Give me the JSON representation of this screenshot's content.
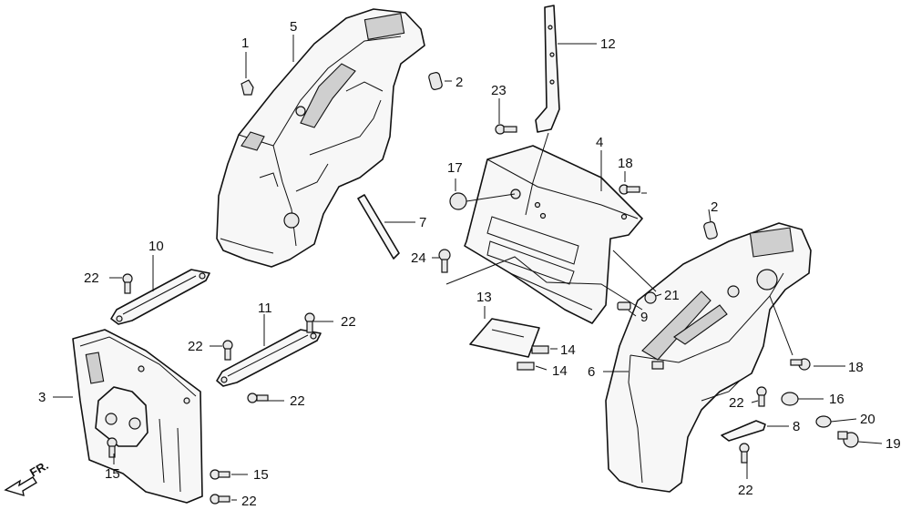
{
  "diagram": {
    "callouts": {
      "c1": "1",
      "c2a": "2",
      "c2b": "2",
      "c3": "3",
      "c4": "4",
      "c5": "5",
      "c6": "6",
      "c7": "7",
      "c8": "8",
      "c9": "9",
      "c10": "10",
      "c11": "11",
      "c12": "12",
      "c13": "13",
      "c14a": "14",
      "c14b": "14",
      "c15a": "15",
      "c15b": "15",
      "c16": "16",
      "c17": "17",
      "c18a": "18",
      "c18b": "18",
      "c19": "19",
      "c20": "20",
      "c21": "21",
      "c22a": "22",
      "c22b": "22",
      "c22c": "22",
      "c22d": "22",
      "c22e": "22",
      "c22f": "22",
      "c22g": "22",
      "c23": "23",
      "c24": "24"
    },
    "direction_label": "FR."
  }
}
